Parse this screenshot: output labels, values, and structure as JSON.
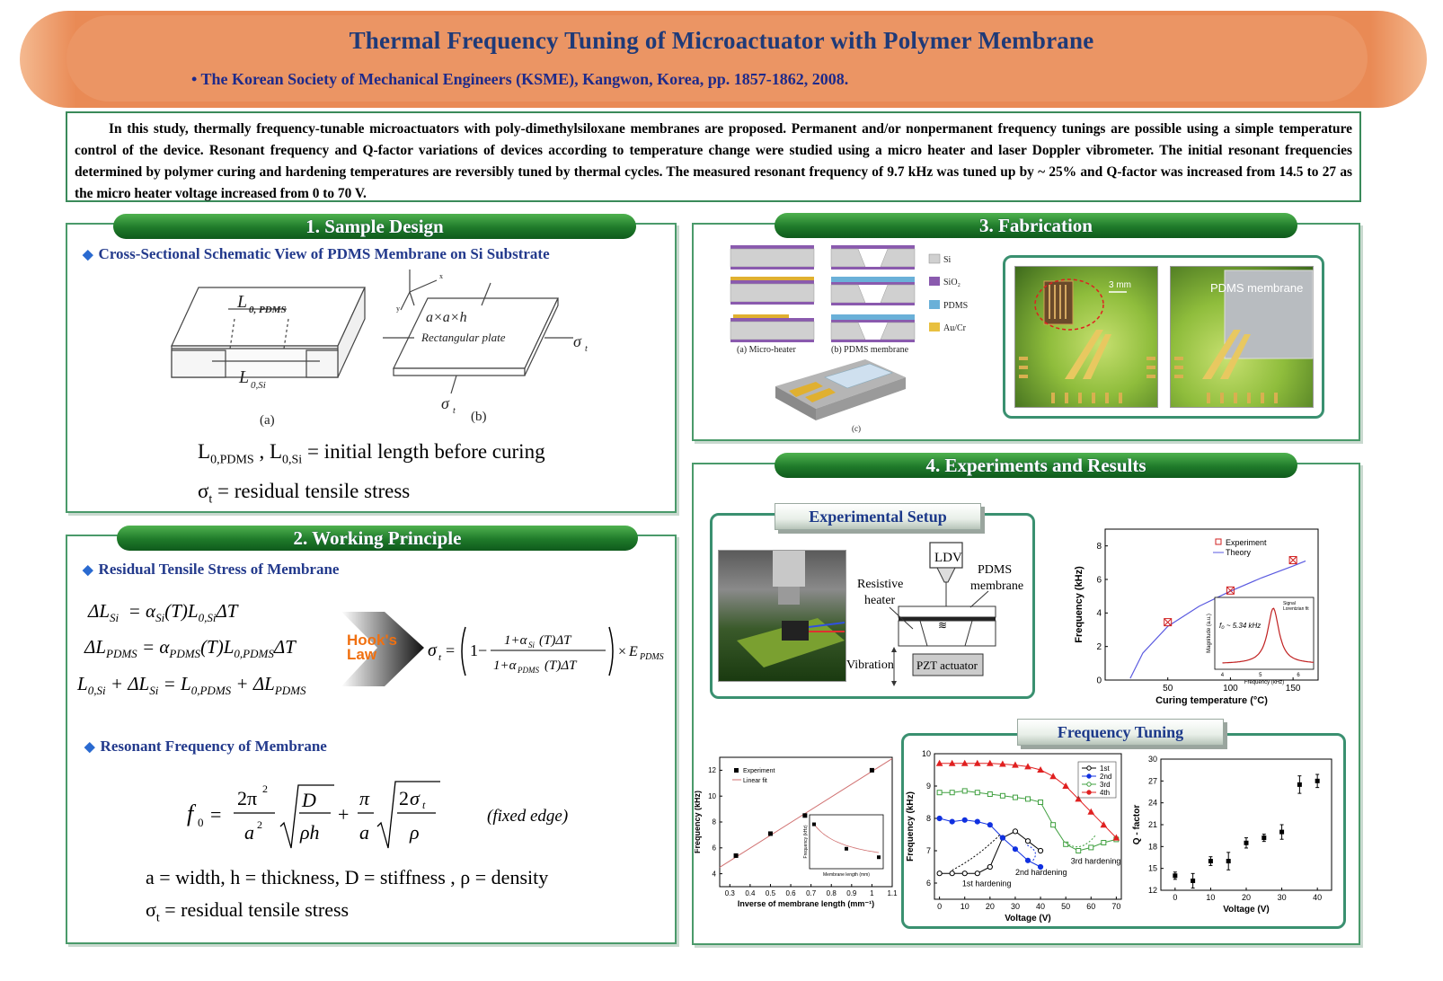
{
  "header": {
    "title": "Thermal Frequency Tuning of Microactuator with Polymer Membrane",
    "subtitle": "• The Korean Society of Mechanical Engineers (KSME), Kangwon, Korea, pp. 1857-1862, 2008."
  },
  "abstract": "In this study, thermally frequency-tunable microactuators with poly-dimethylsiloxane membranes are proposed. Permanent and/or nonpermanent frequency tunings are possible using a simple temperature control of the device. Resonant frequency and Q-factor variations of devices according to temperature change were studied using a micro heater and laser Doppler vibrometer. The initial resonant frequencies determined by polymer curing and hardening temperatures are reversibly tuned by thermal cycles. The measured resonant frequency of 9.7 kHz was tuned up by ~ 25% and Q-factor was increased from 14.5 to 27 as the micro heater voltage increased from 0 to 70 V.",
  "section1": {
    "heading": "1. Sample Design",
    "bullet": "Cross-Sectional Schematic View of PDMS Membrane on Si Substrate",
    "fig_a": "(a)",
    "fig_b": "(b)",
    "plate_dims": "a×a×h",
    "plate_label": "Rectangular plate",
    "def1": "= initial length before curing",
    "def2": "= residual tensile stress"
  },
  "section2": {
    "heading": "2. Working Principle",
    "bullet1": "Residual Tensile Stress of Membrane",
    "arrow_label_1": "Hook's",
    "arrow_label_2": "Law",
    "bullet2": "Resonant Frequency of Membrane",
    "fixed_edge": "(fixed edge)",
    "legend1": "a = width,  h = thickness,  D = stiffness , ρ = density",
    "legend2": "= residual tensile stress"
  },
  "section3": {
    "heading": "3. Fabrication",
    "legend": [
      "Si",
      "SiO₂",
      "PDMS",
      "Au/Cr"
    ],
    "caption_a": "(a) Micro-heater",
    "caption_b": "(b) PDMS membrane",
    "caption_c": "(c)",
    "scale": "3 mm",
    "photo_label": "PDMS membrane"
  },
  "section4": {
    "heading": "4. Experiments and Results",
    "setup_title": "Experimental Setup",
    "setup_labels": {
      "ldv": "LDV",
      "pdms": "PDMS",
      "membrane": "membrane",
      "heater1": "Resistive",
      "heater2": "heater",
      "vibration": "Vibration",
      "pzt": "PZT actuator"
    },
    "tuning_title": "Frequency Tuning"
  },
  "colors": {
    "banner": "#eb9564",
    "title": "#1f3a78",
    "panel_border": "#4a9a6a",
    "pill_green": "#1f7a2a"
  },
  "chart_data": [
    {
      "type": "scatter",
      "xlabel": "Curing temperature (°C)",
      "ylabel": "Frequency (kHz)",
      "xlim": [
        0,
        170
      ],
      "ylim": [
        0,
        9
      ],
      "xticks": [
        50,
        100,
        150
      ],
      "yticks": [
        0,
        2,
        4,
        6,
        8
      ],
      "series": [
        {
          "name": "Experiment",
          "x": [
            50,
            100,
            150
          ],
          "y": [
            3.45,
            5.34,
            7.15
          ]
        },
        {
          "name": "Theory",
          "x": [
            20,
            30,
            50,
            75,
            100,
            125,
            150,
            160
          ],
          "y": [
            0.1,
            1.6,
            3.2,
            4.4,
            5.3,
            6.1,
            6.8,
            7.1
          ]
        }
      ],
      "inset": {
        "xlabel": "Frequency (kHz)",
        "ylabel": "Magnitude (a.u.)",
        "legend": [
          "Signal",
          "Lorentzian fit"
        ],
        "annotation": "f₀ ~ 5.34 kHz",
        "xticks": [
          4,
          5,
          6
        ]
      }
    },
    {
      "type": "scatter",
      "xlabel": "Inverse of membrane length (mm⁻¹)",
      "ylabel": "Frequency (kHz)",
      "xlim": [
        0.25,
        1.1
      ],
      "ylim": [
        3,
        13
      ],
      "xticks": [
        0.3,
        0.4,
        0.5,
        0.6,
        0.7,
        0.8,
        0.9,
        1.0,
        1.1
      ],
      "yticks": [
        4,
        6,
        8,
        10,
        12
      ],
      "series": [
        {
          "name": "Experiment",
          "x": [
            0.33,
            0.5,
            0.67,
            1.0
          ],
          "y": [
            5.4,
            7.1,
            8.5,
            12.0
          ]
        },
        {
          "name": "Linear fit",
          "x": [
            0.25,
            1.1
          ],
          "y": [
            4.5,
            12.9
          ]
        }
      ],
      "inset": {
        "xlabel": "Membrane length (mm)",
        "ylabel": "Frequency (kHz)",
        "x": [
          1,
          2,
          3
        ],
        "y": [
          12,
          7.1,
          5.4
        ]
      }
    },
    {
      "type": "line",
      "xlabel": "Voltage (V)",
      "ylabel": "Frequency (kHz)",
      "xlim": [
        -2,
        72
      ],
      "ylim": [
        5.5,
        10
      ],
      "xticks": [
        0,
        10,
        20,
        30,
        40,
        50,
        60,
        70
      ],
      "yticks": [
        6,
        7,
        8,
        9,
        10
      ],
      "annotations": [
        "1st hardening",
        "2nd hardening",
        "3rd hardening"
      ],
      "series": [
        {
          "name": "1st",
          "x": [
            0,
            5,
            10,
            15,
            20,
            25,
            30,
            35,
            40
          ],
          "y": [
            6.3,
            6.3,
            6.3,
            6.3,
            6.5,
            7.4,
            7.6,
            7.3,
            7.0
          ]
        },
        {
          "name": "2nd",
          "x": [
            0,
            5,
            10,
            15,
            20,
            25,
            30,
            35,
            40
          ],
          "y": [
            8.0,
            7.9,
            7.95,
            7.9,
            7.8,
            7.4,
            7.05,
            6.7,
            6.5
          ]
        },
        {
          "name": "3rd",
          "x": [
            0,
            5,
            10,
            15,
            20,
            25,
            30,
            35,
            40,
            45,
            50,
            55,
            60,
            65,
            70
          ],
          "y": [
            8.8,
            8.8,
            8.85,
            8.8,
            8.75,
            8.7,
            8.65,
            8.6,
            8.5,
            7.8,
            7.2,
            7.0,
            7.1,
            7.25,
            7.35
          ]
        },
        {
          "name": "4th",
          "x": [
            0,
            5,
            10,
            15,
            20,
            25,
            30,
            35,
            40,
            45,
            50,
            55,
            60,
            65,
            70
          ],
          "y": [
            9.7,
            9.7,
            9.7,
            9.7,
            9.7,
            9.68,
            9.65,
            9.6,
            9.5,
            9.3,
            9.0,
            8.6,
            8.2,
            7.8,
            7.4
          ]
        }
      ]
    },
    {
      "type": "scatter",
      "xlabel": "Voltage (V)",
      "ylabel": "Q - factor",
      "xlim": [
        -4,
        44
      ],
      "ylim": [
        12,
        30
      ],
      "xticks": [
        0,
        10,
        20,
        30,
        40
      ],
      "yticks": [
        12,
        15,
        18,
        21,
        24,
        27,
        30
      ],
      "series": [
        {
          "x": [
            0,
            5,
            10,
            15,
            20,
            25,
            30,
            35,
            40
          ],
          "y": [
            14.0,
            13.3,
            16.0,
            16.0,
            18.5,
            19.2,
            20.0,
            26.5,
            27.0
          ],
          "err": [
            0.5,
            1.0,
            0.6,
            1.2,
            0.7,
            0.5,
            1.0,
            1.2,
            0.9
          ]
        }
      ]
    }
  ]
}
